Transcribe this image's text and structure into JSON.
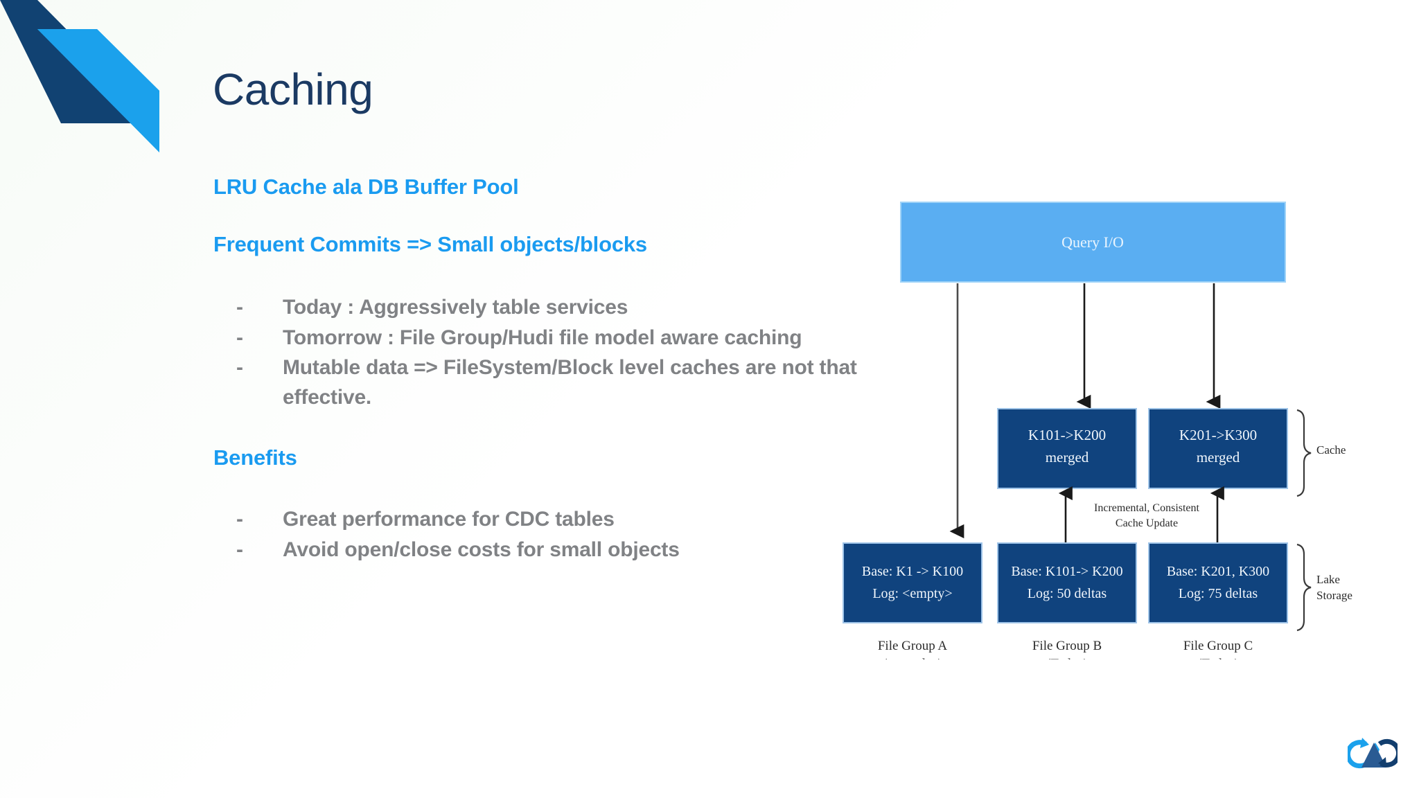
{
  "slide": {
    "title": "Caching",
    "logo_name": "corner-chevron-decoration",
    "brand_logo_name": "apache-hudi-logo"
  },
  "content": {
    "heading_1": "LRU Cache ala DB Buffer Pool",
    "heading_2": "Frequent Commits => Small objects/blocks",
    "bullets_1": [
      "Today : Aggressively table services",
      "Tomorrow : File Group/Hudi file model aware caching",
      "Mutable data => FileSystem/Block level caches are not that effective."
    ],
    "heading_3": "Benefits",
    "bullets_2": [
      "Great performance for CDC tables",
      "Avoid open/close costs for small objects"
    ],
    "dash_marker": "-"
  },
  "diagram": {
    "query_box": "Query I/O",
    "cache_boxes": [
      {
        "line1": "K101->K200",
        "line2": "merged"
      },
      {
        "line1": "K201->K300",
        "line2": "merged"
      }
    ],
    "storage_boxes": [
      {
        "line1": "Base: K1 -> K100",
        "line2": "Log: <empty>"
      },
      {
        "line1": "Base: K101-> K200",
        "line2": "Log: 50 deltas"
      },
      {
        "line1": "Base: K201, K300",
        "line2": "Log: 75 deltas"
      }
    ],
    "update_label": {
      "line1": "Incremental, Consistent",
      "line2": "Cache Update"
    },
    "brace_labels": [
      {
        "line1": "Cache",
        "line2": ""
      },
      {
        "line1": "Lake",
        "line2": "Storage"
      }
    ],
    "group_labels": [
      {
        "line1": "File Group A",
        "line2": "(yesterday)"
      },
      {
        "line1": "File Group B",
        "line2": "(Today)"
      },
      {
        "line1": "File Group C",
        "line2": "(Today)"
      }
    ]
  },
  "colors": {
    "title": "#1b3a63",
    "heading_blue": "#1a9bf0",
    "body_gray": "#808285",
    "query_box_fill": "#5aaef2",
    "dark_box_fill": "#10437e",
    "deco_dark": "#114272",
    "deco_light": "#1ba1ec"
  }
}
